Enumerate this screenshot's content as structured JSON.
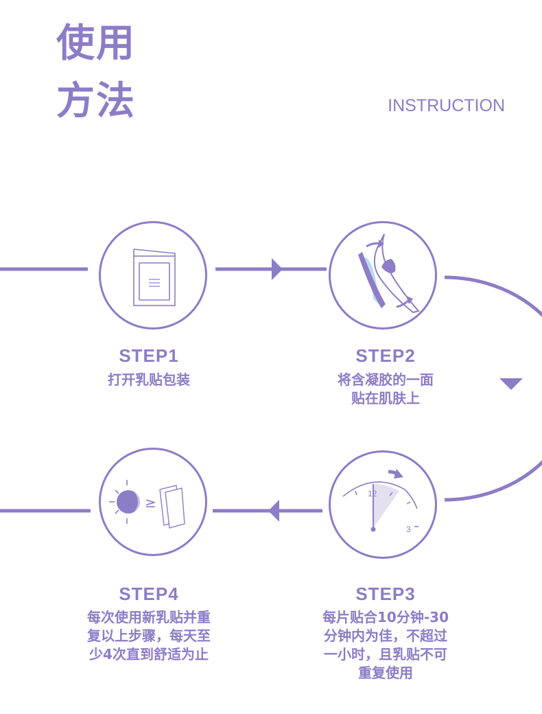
{
  "header": {
    "title_line1": "使用",
    "title_line2": "方法",
    "subtitle": "INSTRUCTION"
  },
  "colors": {
    "accent": "#8d7cc6",
    "light_accent": "#c9bfe6",
    "gel_blue": "#bcd9f2"
  },
  "steps": [
    {
      "title": "STEP1",
      "lines": [
        "打开乳贴包装"
      ],
      "icon": "package-icon"
    },
    {
      "title": "STEP2",
      "lines": [
        "将含凝胶的一面",
        "贴在肌肤上"
      ],
      "icon": "apply-patch-icon"
    },
    {
      "title": "STEP3",
      "lines": [
        "每片贴合10分钟-30",
        "分钟内为佳，不超过",
        "一小时，且乳贴不可",
        "重复使用"
      ],
      "icon": "timer-icon",
      "timer_label_12": "12",
      "timer_label_3": "3"
    },
    {
      "title": "STEP4",
      "lines": [
        "每次使用新乳贴并重",
        "复以上步骤，每天至",
        "少4次直到舒适为止"
      ],
      "icon": "new-patch-icon",
      "compare_glyph": "≥"
    }
  ]
}
